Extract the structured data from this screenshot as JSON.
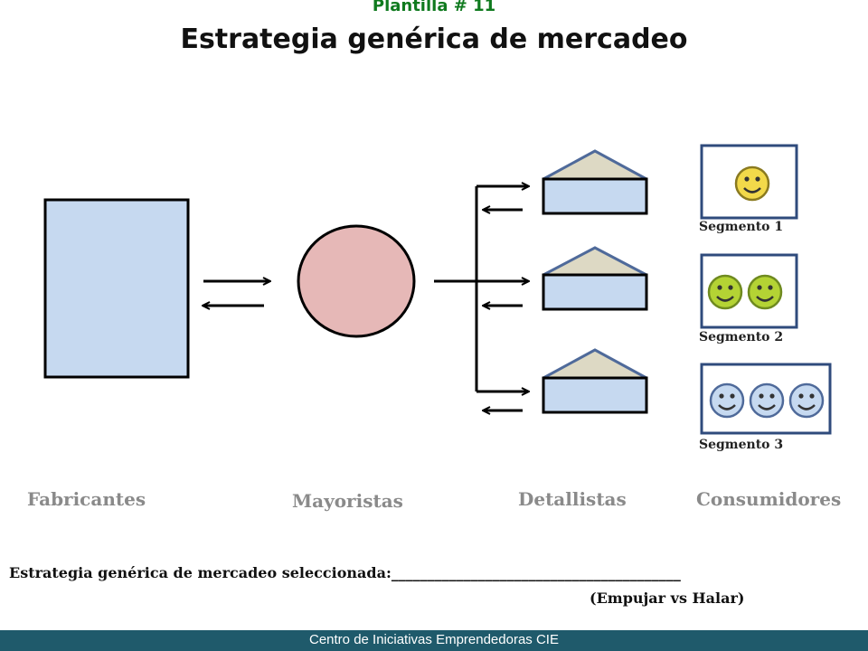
{
  "header": {
    "supertitle": "Plantilla # 11",
    "title": "Estrategia genérica de mercadeo"
  },
  "stages": {
    "fabricantes": "Fabricantes",
    "mayoristas": "Mayoristas",
    "detallistas": "Detallistas",
    "consumidores": "Consumidores"
  },
  "segments": [
    {
      "label": "Segmento 1",
      "faces": 1
    },
    {
      "label": "Segmento 2",
      "faces": 2
    },
    {
      "label": "Segmento 3",
      "faces": 3
    }
  ],
  "strategy": {
    "prompt": "Estrategia genérica de mercadeo seleccionada:________________________________________",
    "choice": "(Empujar vs  Halar)"
  },
  "footer": {
    "text": "Centro de Iniciativas Emprendedoras CIE"
  },
  "colors": {
    "box_fill": "#c6d9f0",
    "circle_fill": "#e6b8b7",
    "roof_fill": "#ddd9c4",
    "roof_stroke": "#4f6a9a",
    "face_seg1": "#f2d94a",
    "face_seg2": "#b4d334",
    "face_seg3": "#c6d9f0",
    "footer_bg": "#1f5a6b"
  }
}
